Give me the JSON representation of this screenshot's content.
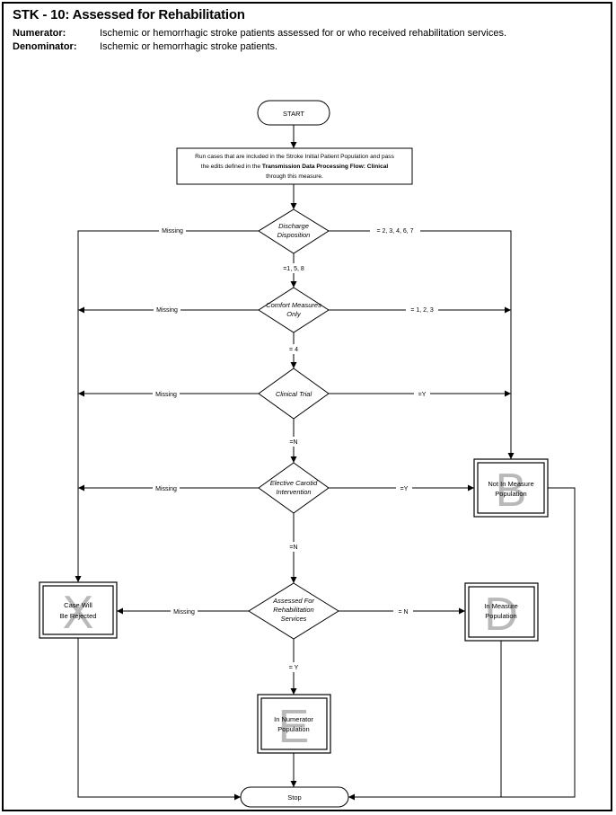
{
  "header": {
    "title": "STK - 10: Assessed for Rehabilitation",
    "numerator_label": "Numerator:",
    "numerator_text": "Ischemic or hemorrhagic stroke patients assessed for or who received rehabilitation services.",
    "denominator_label": "Denominator:",
    "denominator_text": "Ischemic or hemorrhagic stroke patients."
  },
  "flow": {
    "start": "START",
    "stop": "Stop",
    "process": {
      "line1": "Run cases that are included in the Stroke Initial Patient  Population and pass",
      "line2_prefix": "the edits defined in the ",
      "line2_bold": "Transmission Data Processing Flow: Clinical",
      "line3": "through this measure."
    },
    "decisions": {
      "discharge": [
        "Discharge",
        "Disposition"
      ],
      "comfort": [
        "Comfort Measures",
        "Only"
      ],
      "clinical": [
        "Clinical Trial"
      ],
      "carotid": [
        "Elective Carotid",
        "Intervention"
      ],
      "assessed": [
        "Assessed For",
        "Rehabilitation",
        "Services"
      ]
    },
    "outcomes": {
      "rejected": {
        "letter": "X",
        "lines": [
          "Case Will",
          "Be Rejected"
        ]
      },
      "not_in_measure": {
        "letter": "B",
        "lines": [
          "Not In Measure",
          "Population"
        ]
      },
      "in_measure": {
        "letter": "D",
        "lines": [
          "In Measure",
          "Population"
        ]
      },
      "in_numerator": {
        "letter": "E",
        "lines": [
          "In Numerator",
          "Population"
        ]
      }
    },
    "edge_labels": {
      "missing": "Missing",
      "discharge_right": "= 2, 3, 4, 6, 7",
      "discharge_down": "=1, 5, 8",
      "comfort_right": "= 1, 2, 3",
      "comfort_down": "= 4",
      "clinical_right": "=Y",
      "clinical_down": "=N",
      "carotid_right": "=Y",
      "carotid_down": "=N",
      "assessed_right": "= N",
      "assessed_down": "= Y"
    }
  }
}
